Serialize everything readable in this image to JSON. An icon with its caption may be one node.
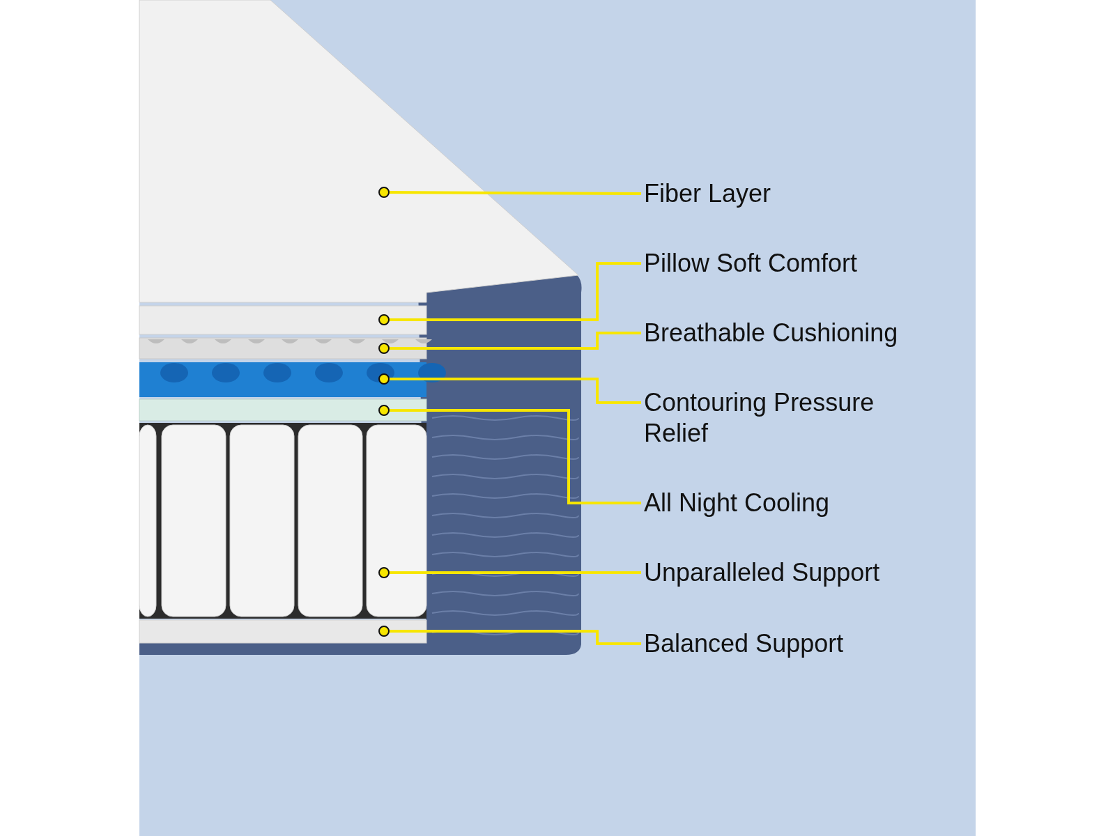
{
  "diagram": {
    "nodes": [
      {
        "text": [
          "Fiber Layer"
        ]
      },
      {
        "text": [
          "Pillow Soft Comfort"
        ]
      },
      {
        "text": [
          "Breathable Cushioning"
        ]
      },
      {
        "text": [
          "Contouring Pressure Relief"
        ]
      },
      {
        "text": [
          "All Night Cooling"
        ]
      },
      {
        "text": [
          "Unparalleled Support"
        ]
      },
      {
        "text": [
          "Balanced Support"
        ]
      },
      {
        "text": [],
        "shape": "box"
      },
      {
        "text": [],
        "shape": "box"
      },
      {
        "text": [],
        "shape": "box"
      },
      {
        "text": [],
        "shape": "box"
      },
      {
        "text": [],
        "shape": "box"
      },
      {
        "text": [],
        "shape": "box"
      },
      {
        "text": [],
        "shape": "box"
      }
    ],
    "edges": [
      {
        "from": 0,
        "to": 7,
        "arrow": "other"
      },
      {
        "from": 1,
        "to": 8,
        "arrow": "other"
      },
      {
        "from": 2,
        "to": 9,
        "arrow": "other"
      },
      {
        "from": 3,
        "to": 10,
        "arrow": "other"
      },
      {
        "from": 4,
        "to": 11,
        "arrow": "other"
      },
      {
        "from": 5,
        "to": 12,
        "arrow": "other"
      },
      {
        "from": 6,
        "to": 13,
        "arrow": "other"
      }
    ]
  }
}
